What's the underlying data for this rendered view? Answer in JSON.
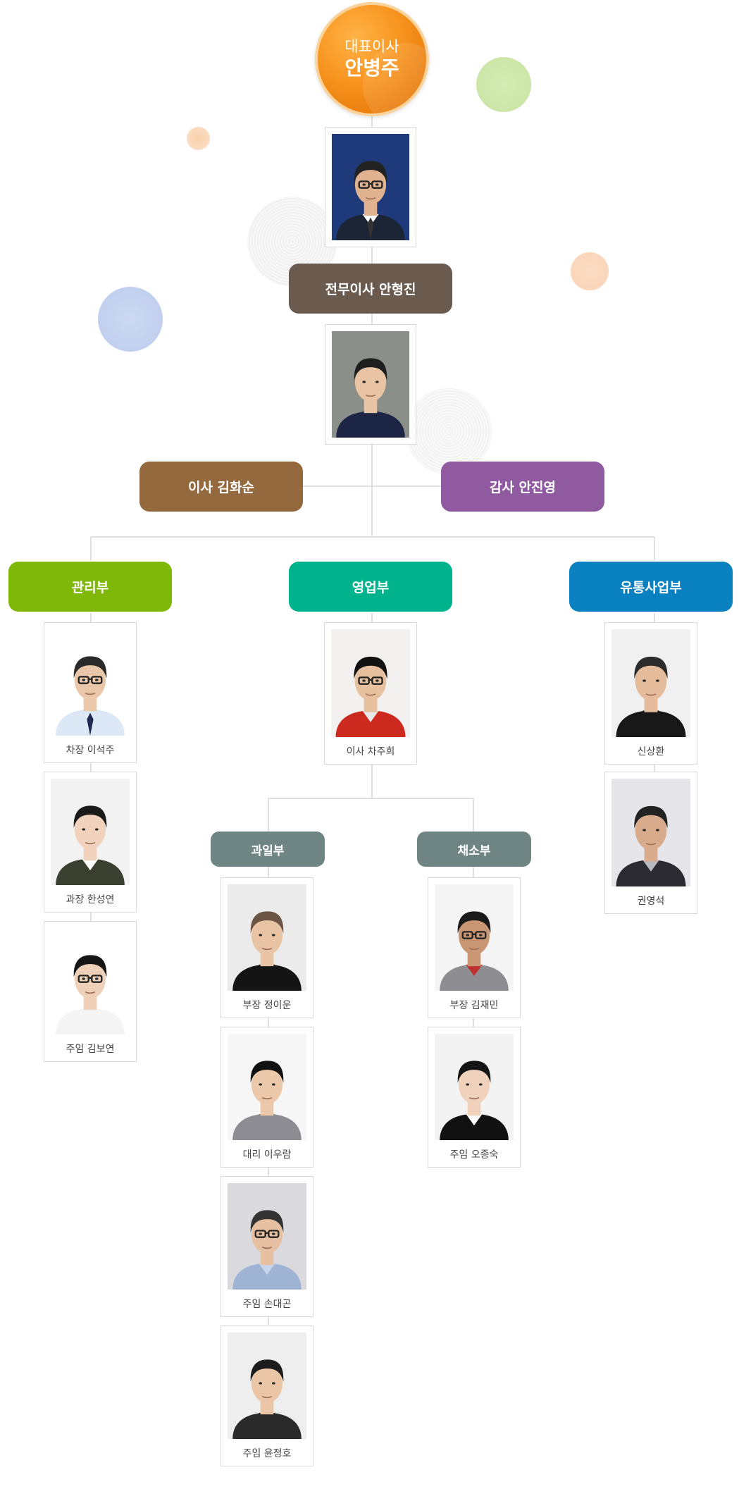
{
  "ceo": {
    "title": "대표이사",
    "name": "안병주"
  },
  "managing_director": {
    "label": "전무이사 안형진"
  },
  "director": {
    "label": "이사 김화순"
  },
  "auditor": {
    "label": "감사 안진영"
  },
  "colors": {
    "ceo": "#f7931e",
    "managing": "#6b5a4e",
    "director": "#94693d",
    "auditor": "#8f5aa0",
    "admin": "#80b80a",
    "sales": "#00b38c",
    "distribution": "#0980c0",
    "sub_team": "#6f8583",
    "line": "#d6d6d6"
  },
  "departments": [
    {
      "name": "관리부",
      "members": [
        "차장 이석주",
        "과장 한성연",
        "주임 김보연"
      ]
    },
    {
      "name": "영업부",
      "members": [
        "이사 차주희"
      ]
    },
    {
      "name": "유통사업부",
      "members": [
        "신상환",
        "권영석"
      ]
    }
  ],
  "sub_teams": [
    {
      "name": "과일부",
      "members": [
        "부장 정이운",
        "대리 이우람",
        "주임 손대곤",
        "주임 윤정호"
      ]
    },
    {
      "name": "채소부",
      "members": [
        "부장 김재민",
        "주임 오종숙"
      ]
    }
  ],
  "photos": {
    "ceo": {
      "bg": "#1f3a7a",
      "skin": "#e0b290",
      "hair": "#222222",
      "cloth": "#1b2536",
      "shirt": "#ffffff",
      "glasses": true,
      "tie": "#333333"
    },
    "managing": {
      "bg": "#8a8f8a",
      "skin": "#e8c4a4",
      "hair": "#1e1e1e",
      "cloth": "#1d2545",
      "shirt": "#1d2545",
      "glasses": false,
      "tie": ""
    },
    "admin_0": {
      "bg": "#ffffff",
      "skin": "#e9c7a8",
      "hair": "#2a2a2a",
      "cloth": "#dce8f6",
      "shirt": "#dce8f6",
      "glasses": true,
      "tie": "#1d2b55"
    },
    "admin_1": {
      "bg": "#f2f2f2",
      "skin": "#f1d3bd",
      "hair": "#1a1a1a",
      "cloth": "#3b3f30",
      "shirt": "#ffffff",
      "glasses": false,
      "tie": ""
    },
    "admin_2": {
      "bg": "#ffffff",
      "skin": "#efd0b8",
      "hair": "#151515",
      "cloth": "#f4f4f4",
      "shirt": "#f4f4f4",
      "glasses": true,
      "tie": ""
    },
    "sales_0": {
      "bg": "#f3f1ef",
      "skin": "#e7c0a0",
      "hair": "#121212",
      "cloth": "#cc2a1f",
      "shirt": "#e8e8e8",
      "glasses": true,
      "tie": ""
    },
    "dist_0": {
      "bg": "#f0f0f0",
      "skin": "#e4bc9c",
      "hair": "#2b2b2b",
      "cloth": "#181818",
      "shirt": "#181818",
      "glasses": false,
      "tie": ""
    },
    "dist_1": {
      "bg": "#e6e6ea",
      "skin": "#d8ab8c",
      "hair": "#222222",
      "cloth": "#2a2a30",
      "shirt": "#b9b9c4",
      "glasses": false,
      "tie": ""
    },
    "fruit_0": {
      "bg": "#ebebeb",
      "skin": "#e8c3a4",
      "hair": "#6b5444",
      "cloth": "#141414",
      "shirt": "#141414",
      "glasses": false,
      "tie": ""
    },
    "fruit_1": {
      "bg": "#f6f6f6",
      "skin": "#ecc8aa",
      "hair": "#111111",
      "cloth": "#8c8c92",
      "shirt": "#8c8c92",
      "glasses": false,
      "tie": ""
    },
    "fruit_2": {
      "bg": "#d9d9de",
      "skin": "#e6c0a0",
      "hair": "#333333",
      "cloth": "#9fb3d4",
      "shirt": "#c7d6ec",
      "glasses": true,
      "tie": ""
    },
    "fruit_3": {
      "bg": "#eeeeee",
      "skin": "#eac6a6",
      "hair": "#1c1c1c",
      "cloth": "#2a2a2a",
      "shirt": "#2a2a2a",
      "glasses": false,
      "tie": ""
    },
    "veg_0": {
      "bg": "#f4f4f4",
      "skin": "#c99674",
      "hair": "#1a1a1a",
      "cloth": "#8e8e92",
      "shirt": "#c03030",
      "glasses": true,
      "tie": ""
    },
    "veg_1": {
      "bg": "#f3f3f3",
      "skin": "#f0d2bc",
      "hair": "#141414",
      "cloth": "#111111",
      "shirt": "#ffffff",
      "glasses": false,
      "tie": ""
    }
  }
}
